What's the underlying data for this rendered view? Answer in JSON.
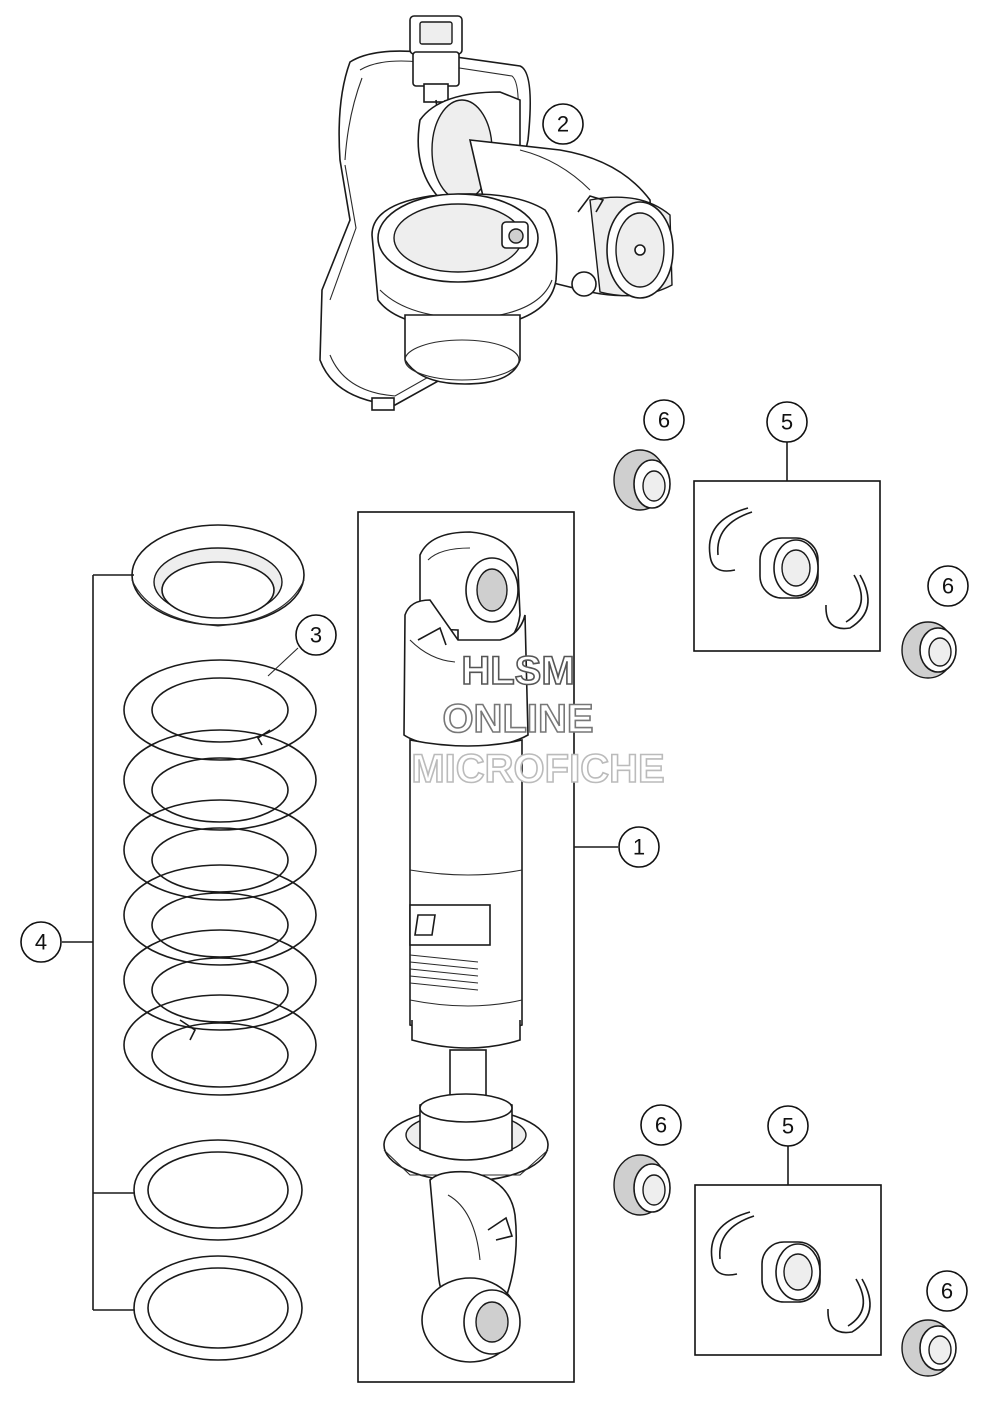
{
  "callouts": {
    "c1": "1",
    "c2": "2",
    "c3": "3",
    "c4": "4",
    "c5_top": "5",
    "c5_bottom": "5",
    "c6_top_left": "6",
    "c6_top_right": "6",
    "c6_bottom_left": "6",
    "c6_bottom_right": "6"
  },
  "watermark": {
    "line1": "HLSM",
    "line2": "ONLINE",
    "line3": "MICROFICHE",
    "color_line1": "#555555",
    "color_line2": "#777777",
    "color_line3": "#bbbbbb"
  }
}
